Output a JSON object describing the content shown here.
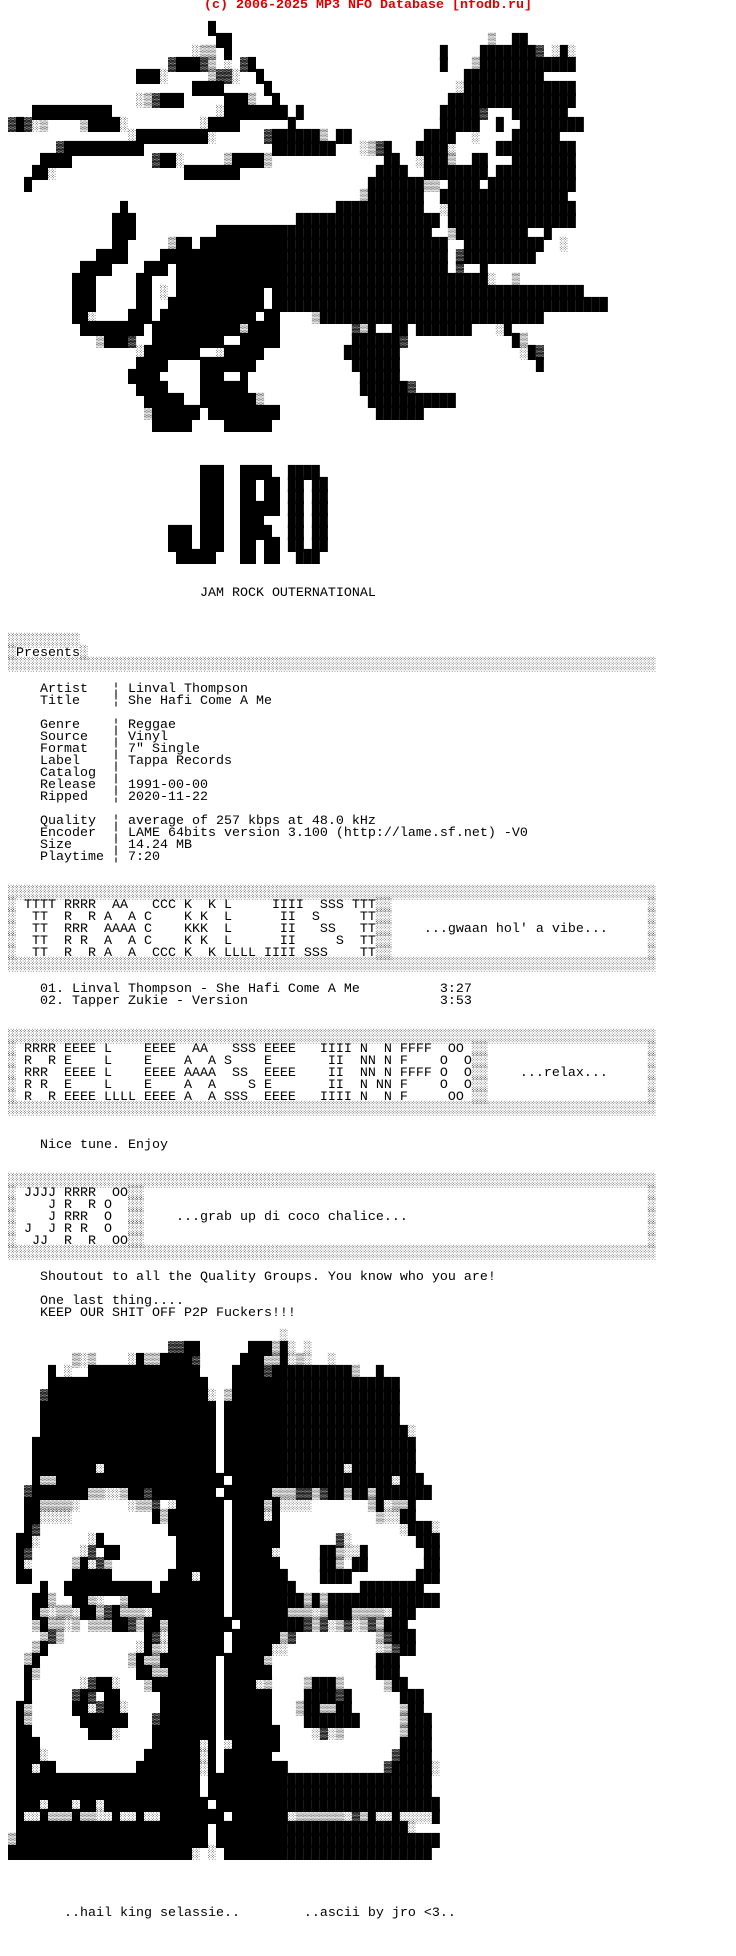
{
  "header": {
    "copyright": "(c) 2006-2025 MP3 NFO Database [nfodb.ru]",
    "color": "#e00000"
  },
  "art_top": {
    "name": "lion-of-judah-ascii",
    "lines": [
      "",
      "                          █",
      "                           ██                                ▒  ██",
      "                        ░▒▒ █                          █    ███████▓ ░█░",
      "                     ▓███▓▒ ░ ▓█                       █   ▒████████████",
      "                 ███░     ▒▓▓░  █                         ██████████",
      "                        ████     █                       ░██████████████",
      "                 ░▒▓███     ███▒  █                     ████████████████",
      "    ██████████             ░████████ █                 █████▓   ███████",
      " ▓█▓░▒    ▒████░         ░████      █                  █████  █  ████████",
      "                ░█████████░      ▓██████▒ ██         ████  ░    ██████",
      "       ▓██████████                ████████   ░▒▓█   ████░     ██████████",
      "     ████          ▓██░     ▒████▒              ██  ░███▒  ██   ████████",
      "    ██░                ███████                 ████  ████████ ██████████",
      "   █                                          ███████▒▒ ████ ███████████",
      "                                             ▒███████  ████████████████",
      "               █                          ███████████  ░████████████████",
      "              ███                    ██████████████████ ████████████████",
      "              ███          ███████████████████████████  ▒█████████  █",
      "              ██     ▒██ ███████████████████████████████  ██████████  ░",
      "            ████    ████████████████████████████████████ ▓█████████",
      "          ████    ███ ██████████████████████████████████ ▓  █  ",
      "         ███     ██   ███████████████████████████████████████░  ▒",
      "         ███     ██ ░ ███████████ ███████████████████████████████████████",
      "         ███     ██  ████████████ ██████████████████████████████████████████",
      "         ██░    ███ ████████████ ██    ▒████████████████████████████",
      "          ████████ ███████████▒████         ▓▒█  ██ ███████   ░█",
      "            ▒███▓  █████████  █████         ██████▓             █▒",
      "                 ░███████  ░█████          ███████               ░█▓",
      "                 ████    ███████            ██████                 █",
      "                ████     ███  █              █████",
      "                 ████    ██████              ██████▓",
      "                  █████  ███████▒             ███████████",
      "                  ▒██████ █████████            ██████",
      "                   █████    ██████"
    ]
  },
  "logo": {
    "name": "jro-block-logo",
    "lines": [
      "",
      "                         ███  ████  ████",
      "                         ███  ██ ██ ██ ██",
      "                         ███  ██ ██ ██ ██",
      "                         ███  █████ ██ ██",
      "                         ███  ███   ██ ██",
      "                     ███ ███  ████  ██ ██",
      "                     ███ ███  ██ ██ ██ ██",
      "                      █████   ██ ██  ███"
    ],
    "subtitle": "JAM ROCK OUTERNATIONAL"
  },
  "presents": {
    "label": "Presents"
  },
  "release_info": {
    "fields": [
      {
        "key": "Artist",
        "value": "Linval Thompson"
      },
      {
        "key": "Title",
        "value": "She Hafi Come A Me"
      },
      null,
      {
        "key": "Genre",
        "value": "Reggae"
      },
      {
        "key": "Source",
        "value": "Vinyl"
      },
      {
        "key": "Format",
        "value": "7\" Single"
      },
      {
        "key": "Label",
        "value": "Tappa Records"
      },
      {
        "key": "Catalog",
        "value": ""
      },
      {
        "key": "Release",
        "value": "1991-00-00"
      },
      {
        "key": "Ripped",
        "value": "2020-11-22"
      },
      null,
      {
        "key": "Quality",
        "value": "average of 257 kbps at 48.0 kHz"
      },
      {
        "key": "Encoder",
        "value": "LAME 64bits version 3.100 (http://lame.sf.net) -V0"
      },
      {
        "key": "Size",
        "value": "14.24 MB"
      },
      {
        "key": "Playtime",
        "value": "7:20"
      }
    ]
  },
  "tracklist_box": {
    "banner": [
      "TTTT RRRR  AA   CCC K  K L     IIII  SSS TTTT",
      " TT  R  R A  A C    K K  L      II  S     TT",
      " TT  RRR  AAAA C    KKK  L      II   SS   TT",
      " TT  R R  A  A C    K K  L      II     S  TT",
      " TT  R  R A  A  CCC K  K LLLL IIII SSS    TT"
    ],
    "tagline": "...gwaan hol' a vibe..."
  },
  "tracks": [
    {
      "num": "01.",
      "title": "Linval Thompson - She Hafi Come A Me",
      "time": "3:27"
    },
    {
      "num": "02.",
      "title": "Tapper Zukie - Version",
      "time": "3:53"
    }
  ],
  "release_info_box": {
    "banner": [
      "RRRR EEEE L    EEEE  AA   SSS EEEE   IIII N  N FFFF  OO",
      "R  R E    L    E    A  A S    E       II  NN N F    O  O",
      "RRR  EEEE L    EEEE AAAA  SS  EEEE    II  NN N FFFF O  O",
      "R R  E    L    E    A  A    S E       II  N NN F    O  O",
      "R  R EEEE LLLL EEEE A  A SSS  EEEE   IIII N  N F     OO"
    ],
    "tagline": "...relax..."
  },
  "notes": "Nice tune. Enjoy",
  "jro_box": {
    "banner": [
      "JJJJ RRRR  OO",
      "   J R  R O  O",
      "   J RRR  O  O",
      "J  J R R  O  O",
      " JJ  R  R  OO"
    ],
    "tagline": "...grab up di coco chalice..."
  },
  "greetings": {
    "shoutout": "Shoutout to all the Quality Groups. You know who you are!",
    "last_thing": "One last thing....",
    "warning": "KEEP OUR SHIT OFF P2P Fuckers!!!"
  },
  "art_bottom": {
    "name": "speakers-ascii",
    "lines": [
      "",
      "                                   ░",
      "                     ▓▓██      ███▒█░ ░",
      "         ▒░▒    ░█▒▒████▓     ███▒▒█░▒░  ░",
      "      █ ░  ██████████████    ████▓██████████▒  █",
      "      ████████████████████   █████████████████████",
      "     ▓████████████████████░ ▒█████████████████████",
      "     ██████████████████████ ██████████████████████",
      "     ██████████████████████ ██████████████████████",
      "     ██████████████████████ ███████████████████████░",
      "    ███████████████████████ ████████████████████████",
      "    ███████████████████████ ████████████████████████",
      "    ████████░██████████████ ███████████████░████████",
      "    █▒▒█████████████████████ ████████████████████░███",
      "   ▓███████▒▒░░▒██▓████████ ██████▒▒▒▓▓▒▓██▒██▒███████",
      "   ██▒▒▒▒░      ░▒▒▓ ░██████ ████▒█░░░░       ▒█░▒▒█",
      "   ██░░░░          █▒███████ ████░█            ▒░░██",
      "   █▓                ███████ ██████               ░███░",
      "  ██░      ░█         ██████ ██████       ▓░        ███",
      "  █▓      ░▓ ██       ██████ █████░     ██▒░░█       ██",
      "  █░     ▒█░▓▒        ██████ ██████     ██▒ ██       ██",
      "  ██     █████       ███░███ ███████    ████        ███",
      "     █  ███████████ ████████ ████████        ████████",
      "    ██▒  ██▒░  ▒████████████ █████████▒█▒██████████████",
      "    █▒░▒▒░██▒▓█▒▒▒░█████████ ███████▒▒▒░▒███▒▒▒▒░███",
      "    ▒█▒▒░▒ ▒▒▒██▓▒██▒████████ ████████▓▒▓░▒▓░▒▓▒███",
      "     ▒▓▒          █▓░███████ ██████▒▓          ▒▓███",
      "    ▒█           ░█▒░███████ █████░░           ░▒▓██",
      "   ▒█           ▒█▒▒███████ █████▒             ███",
      "   █▒            ██▒▒██████ ██████             ███",
      "   █      ░▓██░   ▒████████ ████░▒    ▒███▒     ▒██",
      "   █     ▓█▓ ██     ███████ ██████    ████▓█      ███",
      "  █▒     ██░▓██░    ███████ ██████   ▒██▒▒██      ▒██",
      "  █▒      ██████   ▓███████ ██████    ███████     ▒███",
      "  ██       ███░    ████████ ███████    ░▓░▒       ▒███",
      "  ███              ██████░█ ░██████               ████",
      "  ███░            ███████░█ ██████               ▓████",
      "  ██░██          ████████░█ ████████            ▓█████░",
      "  ███████████████████████ ████████████████████████████",
      "  ███████████████████████ ████████████████████████████",
      "  ███░███░██░█████████████ ████████████████████████████",
      "  █░░█▒▒▒█▒▒░░█░░█░░████████ ███████░▒▒▒▒▒▒░▓▒█░░█░░░░█",
      "  ████████████████████████ ████████████████████████░",
      " ▒████████████████████████ ████████████████████████████",
      " ███████████████████████░ ░ ██████████████████████████"
    ],
    "caption_left": "..hail king selassie..",
    "caption_right": "..ascii by jro <3.."
  },
  "colors": {
    "background": "#ffffff",
    "text": "#000000",
    "header_red": "#e00000"
  }
}
